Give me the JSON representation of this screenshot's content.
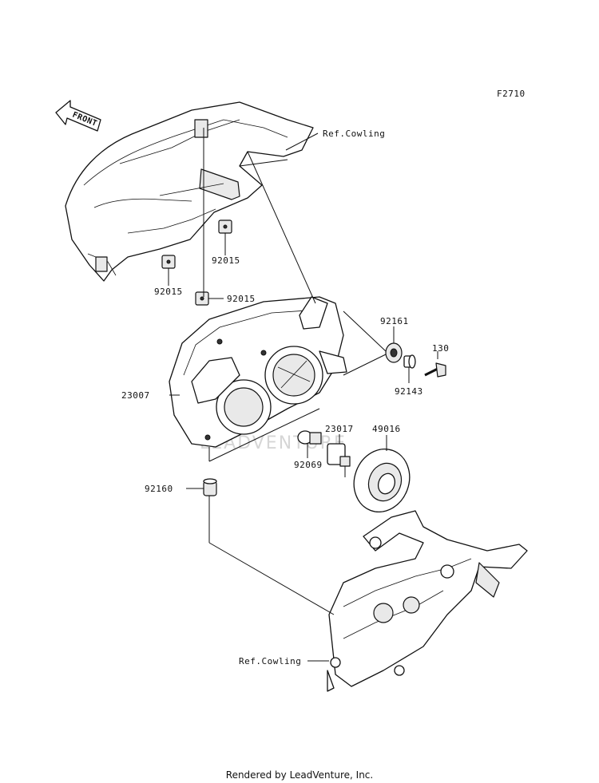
{
  "figure_code": "F2710",
  "front_arrow_text": "FRONT",
  "watermark": "LEADVENTURE",
  "footer": "Rendered by LeadVenture, Inc.",
  "callouts": {
    "ref_cowling_top": "Ref.Cowling",
    "ref_cowling_bottom": "Ref.Cowling",
    "p92015_a": "92015",
    "p92015_b": "92015",
    "p92015_c": "92015",
    "p92161": "92161",
    "p130": "130",
    "p92143": "92143",
    "p23007": "23007",
    "p23017": "23017",
    "p49016": "49016",
    "p92069": "92069",
    "p92160": "92160"
  }
}
